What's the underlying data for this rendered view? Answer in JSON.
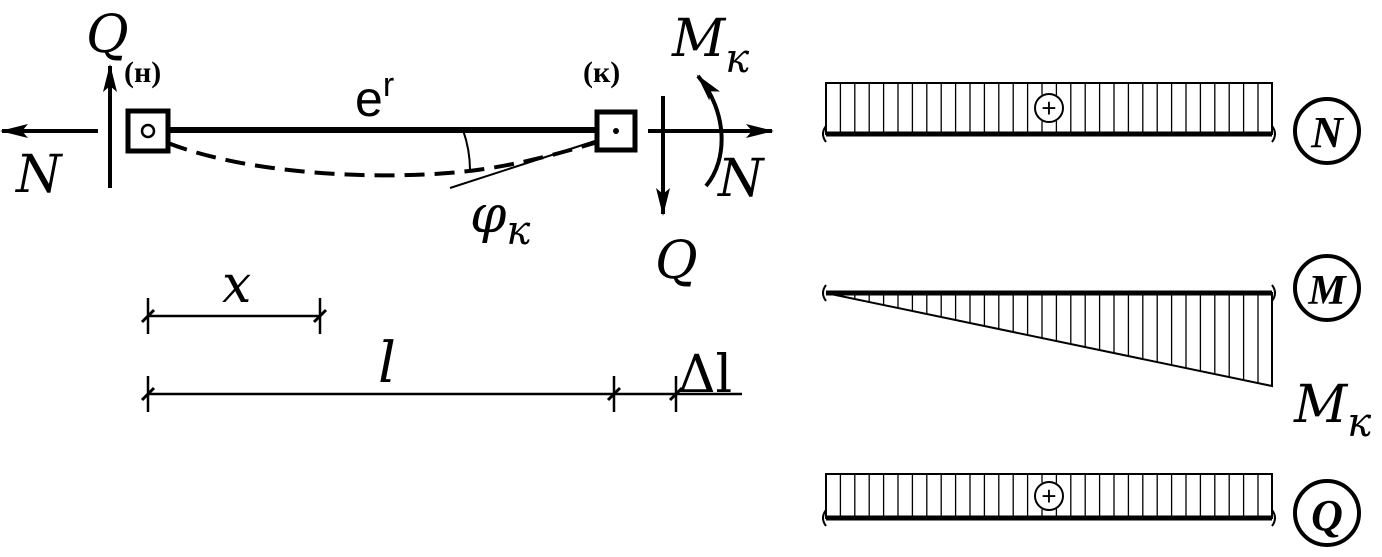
{
  "beam": {
    "element_label": "e",
    "element_label_sup": "r",
    "start_node_label": "(н)",
    "end_node_label": "(к)"
  },
  "forces": {
    "q_left": "Q",
    "q_right": "Q",
    "n_left": "N",
    "n_right": "N",
    "moment_main": "M",
    "moment_sub": "к",
    "rotation_main": "φ",
    "rotation_sub": "к"
  },
  "dimensions": {
    "x_label": "x",
    "l_label": "l",
    "dl_label": "Δl"
  },
  "diagrams": {
    "n": {
      "name": "N",
      "sign": "+"
    },
    "m": {
      "name": "M",
      "end_main": "M",
      "end_sub": "к"
    },
    "q": {
      "name": "Q",
      "sign": "+"
    }
  }
}
